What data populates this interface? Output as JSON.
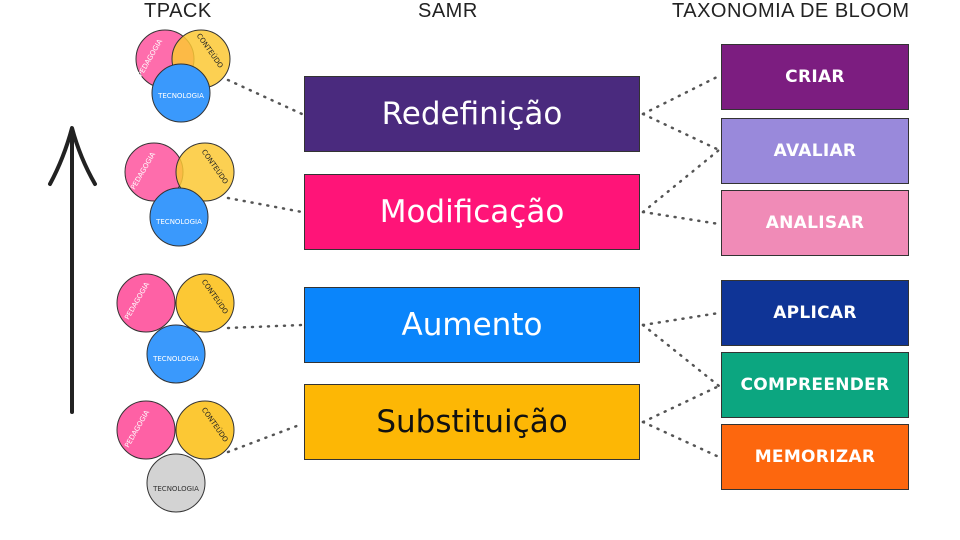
{
  "headers": {
    "tpack": "TPACK",
    "samr": "SAMR",
    "bloom": "TAXONOMIA DE BLOOM"
  },
  "tpack": {
    "pedagogia": "PEDAGOGIA",
    "conteudo": "CONTEÚDO",
    "tecnologia": "TECNOLOGIA"
  },
  "samr": [
    {
      "label": "Redefinição",
      "color": "#4a2a7e",
      "text_color": "#ffffff"
    },
    {
      "label": "Modificação",
      "color": "#ff1478",
      "text_color": "#ffffff"
    },
    {
      "label": "Aumento",
      "color": "#0a85fb",
      "text_color": "#ffffff"
    },
    {
      "label": "Substituição",
      "color": "#fdb705",
      "text_color": "#111111"
    }
  ],
  "bloom": [
    {
      "label": "CRIAR",
      "color": "#7c1d80"
    },
    {
      "label": "AVALIAR",
      "color": "#9989db"
    },
    {
      "label": "ANALISAR",
      "color": "#f08bb7"
    },
    {
      "label": "APLICAR",
      "color": "#0f3496"
    },
    {
      "label": "COMPREENDER",
      "color": "#0ca680"
    },
    {
      "label": "MEMORIZAR",
      "color": "#fd670e"
    }
  ],
  "colors": {
    "pedagogia": "#fe61a5",
    "conteudo": "#fcc834",
    "tecnologia_active": "#3a99fc",
    "tecnologia_inactive": "#d3d3d3"
  },
  "icons": {
    "progress_arrow": "arrow-up-icon"
  }
}
